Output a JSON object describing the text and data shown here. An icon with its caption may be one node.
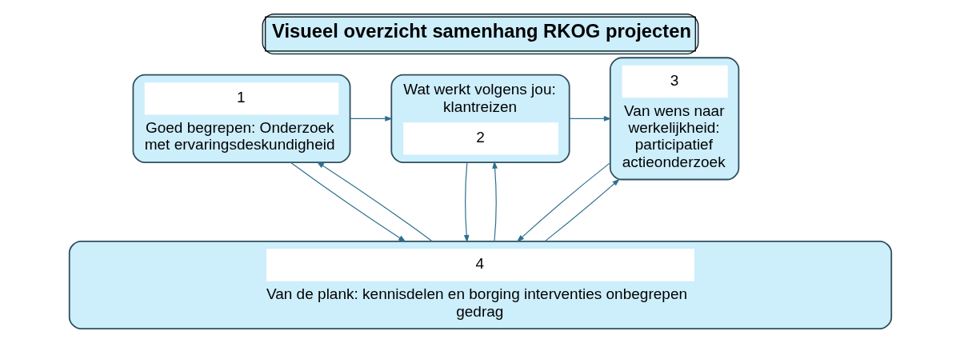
{
  "diagram": {
    "title": "Visueel overzicht samenhang RKOG projecten",
    "nodes": [
      {
        "text": [
          "1",
          "Goed begrepen: Onderzoek met ervaringsdeskundigheid"
        ]
      },
      {
        "text": [
          "Wat werkt volgens jou: klantreizen",
          "2"
        ]
      },
      {
        "text": [
          "3",
          "Van wens naar werkelijkheid: participatief actieonderzoek"
        ]
      },
      {
        "text": [
          "4",
          "Van de plank: kennisdelen en borging interventies onbegrepen gedrag"
        ]
      }
    ],
    "edges": [
      {
        "from": 0,
        "to": 1,
        "arrow": "to"
      },
      {
        "from": 1,
        "to": 2,
        "arrow": "to"
      },
      {
        "from": 0,
        "to": 3,
        "arrow": "to"
      },
      {
        "from": 3,
        "to": 0,
        "arrow": "to"
      },
      {
        "from": 1,
        "to": 3,
        "arrow": "to"
      },
      {
        "from": 3,
        "to": 1,
        "arrow": "to"
      },
      {
        "from": 2,
        "to": 3,
        "arrow": "to"
      },
      {
        "from": 3,
        "to": 2,
        "arrow": "to"
      }
    ]
  }
}
